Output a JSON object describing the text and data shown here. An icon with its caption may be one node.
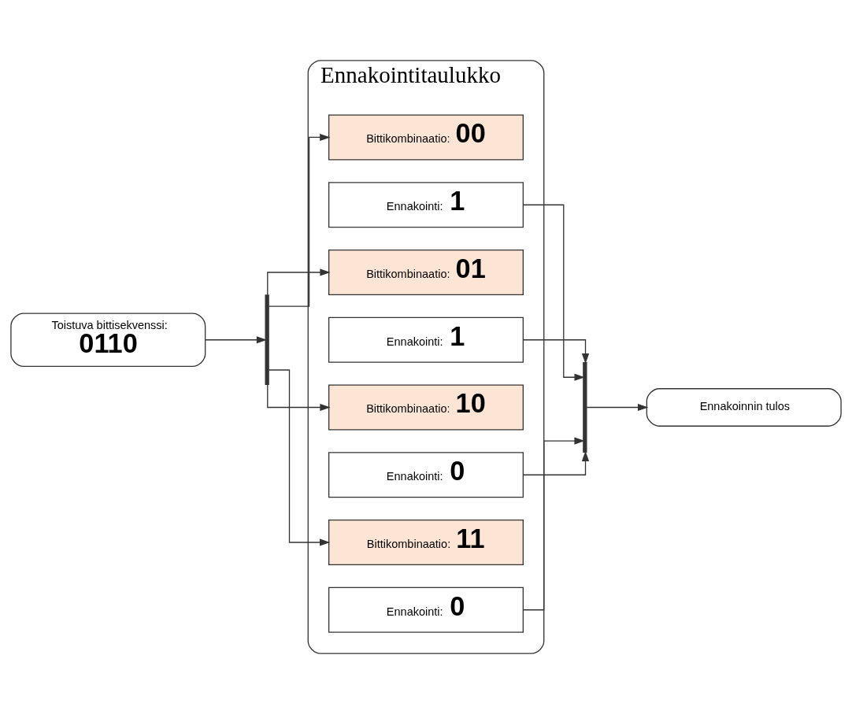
{
  "diagram": {
    "nodes": [
      {
        "text": [
          "Toistuva bittisekvenssi:",
          "0110"
        ]
      },
      {
        "text": [],
        "shape": "bar"
      },
      {
        "text": [
          "Ennakointitaulukko"
        ]
      },
      {
        "text": [
          "Bittikombinaatio:",
          "00"
        ],
        "in": 2
      },
      {
        "text": [
          "Ennakointi:",
          "1"
        ],
        "in": 2
      },
      {
        "text": [
          "Bittikombinaatio:",
          "01"
        ],
        "in": 2
      },
      {
        "text": [
          "Ennakointi:",
          "1"
        ],
        "in": 2
      },
      {
        "text": [
          "Bittikombinaatio:",
          "10"
        ],
        "in": 2
      },
      {
        "text": [
          "Ennakointi:",
          "0"
        ],
        "in": 2
      },
      {
        "text": [
          "Bittikombinaatio:",
          "11"
        ],
        "in": 2
      },
      {
        "text": [
          "Ennakointi:",
          "0"
        ],
        "in": 2
      },
      {
        "text": [],
        "shape": "bar"
      },
      {
        "text": [
          "Ennakoinnin tulos"
        ]
      }
    ],
    "edges": [
      {
        "from": 0,
        "to": 1,
        "arrow": "to"
      },
      {
        "from": 1,
        "to": 3,
        "arrow": "to"
      },
      {
        "from": 1,
        "to": 5,
        "arrow": "to"
      },
      {
        "from": 1,
        "to": 7,
        "arrow": "to"
      },
      {
        "from": 1,
        "to": 9,
        "arrow": "to"
      },
      {
        "from": 4,
        "to": 11,
        "arrow": "to"
      },
      {
        "from": 6,
        "to": 11,
        "arrow": "to"
      },
      {
        "from": 8,
        "to": 11,
        "arrow": "to"
      },
      {
        "from": 10,
        "to": 11,
        "arrow": "to"
      },
      {
        "from": 11,
        "to": 12,
        "arrow": "to"
      }
    ]
  }
}
